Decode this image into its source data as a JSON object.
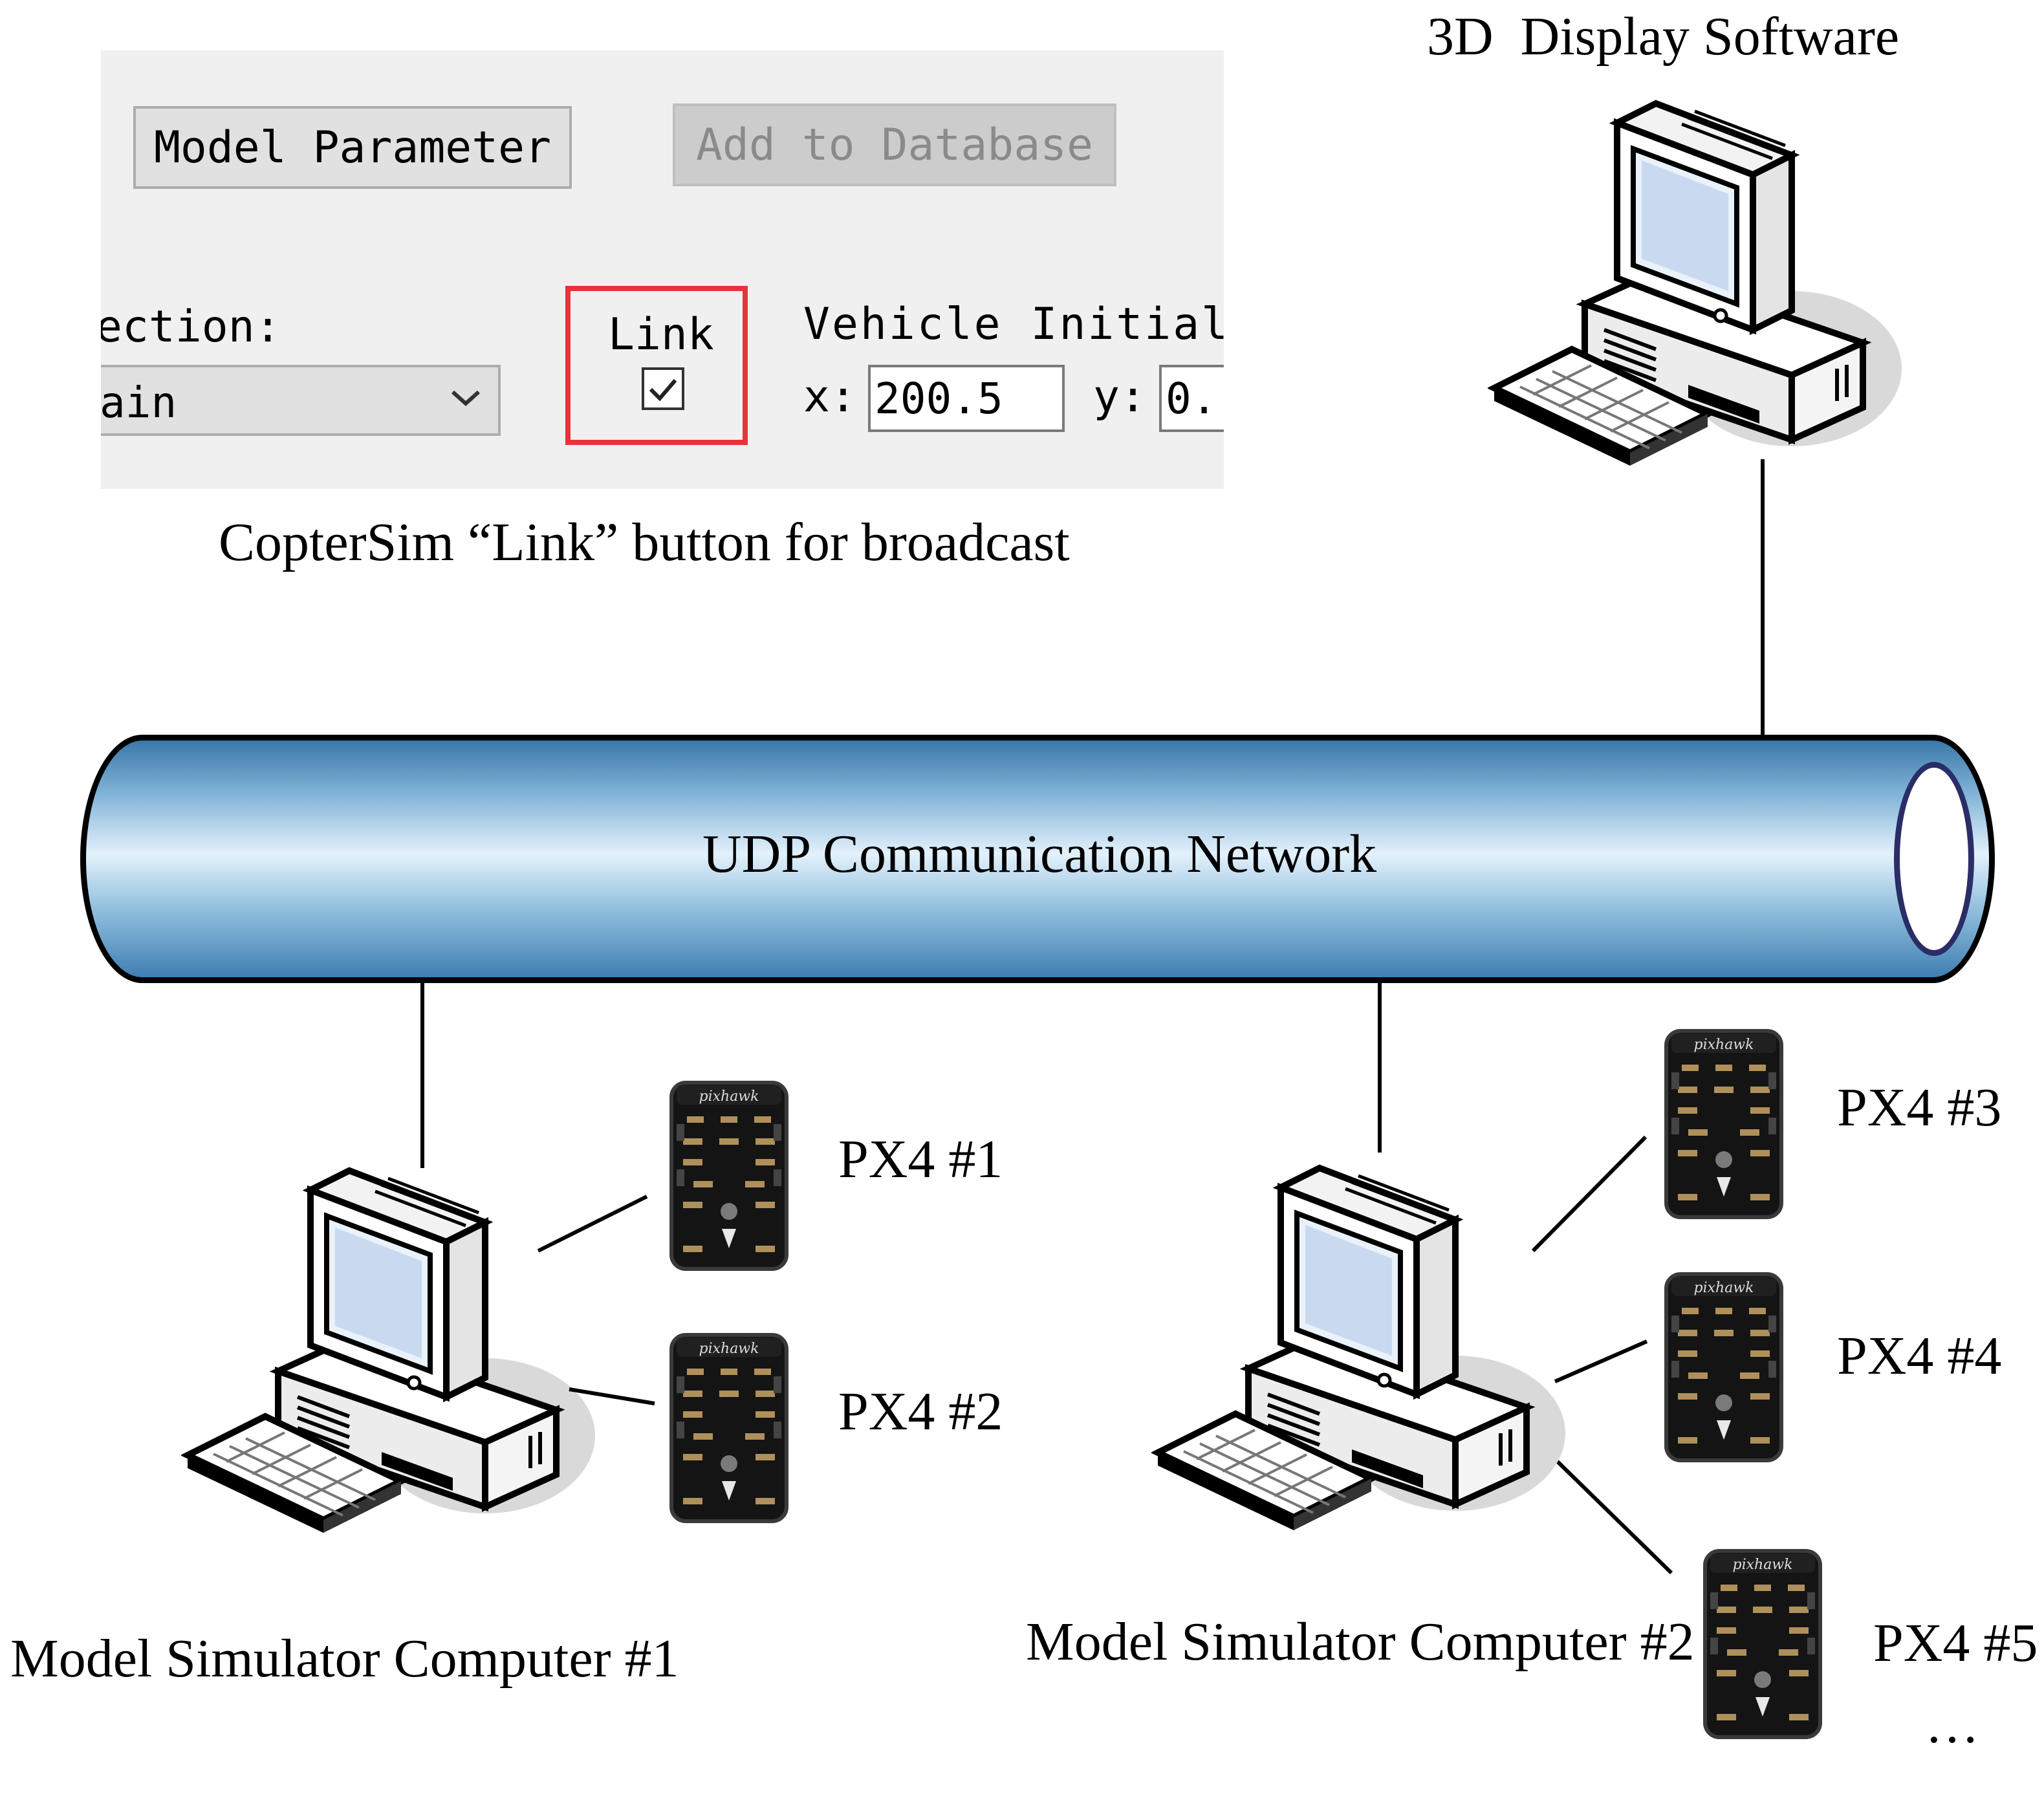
{
  "coptersim": {
    "model_parameter_button": "Model Parameter",
    "add_to_database_button": "Add to Database",
    "selection_label_fragment": "ection:",
    "selection_value_fragment": "ain",
    "link_label": "Link",
    "link_checked": true,
    "vehicle_initial_label_fragment": "Vehicle Initial",
    "x_label": "x:",
    "x_value": "200.5",
    "y_label": "y:",
    "y_value_fragment": "0.",
    "caption": "CopterSim “Link” button for broadcast"
  },
  "network": {
    "label": "UDP Communication Network"
  },
  "display_computer": {
    "label": "3D  Display Software"
  },
  "simulators": [
    {
      "label": "Model Simulator Computer #1"
    },
    {
      "label": "Model Simulator Computer #2"
    }
  ],
  "px4": [
    {
      "label": "PX4 #1",
      "brand": "pixhawk"
    },
    {
      "label": "PX4 #2",
      "brand": "pixhawk"
    },
    {
      "label": "PX4 #3",
      "brand": "pixhawk"
    },
    {
      "label": "PX4 #4",
      "brand": "pixhawk"
    },
    {
      "label": "PX4 #5",
      "brand": "pixhawk"
    }
  ],
  "ellipsis": "…"
}
